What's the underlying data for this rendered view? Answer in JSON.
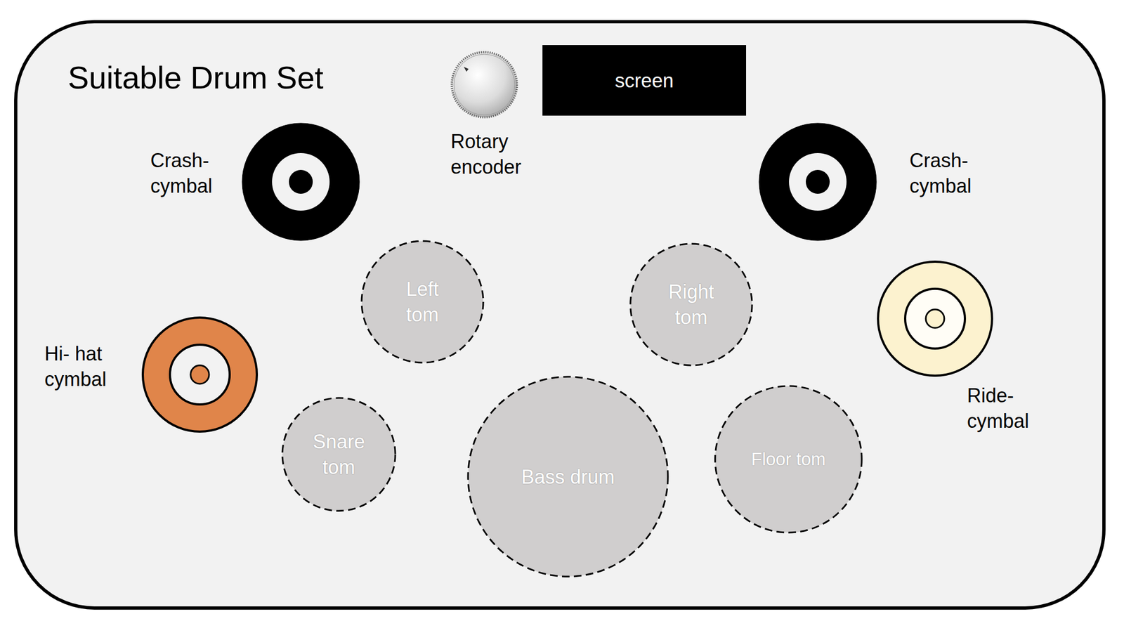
{
  "diagram": {
    "title": "Suitable Drum Set",
    "nodes": [
      {
        "text": [
          "Rotary encoder"
        ]
      },
      {
        "text": [
          "screen"
        ]
      },
      {
        "text": [
          "Crash- cymbal"
        ]
      },
      {
        "text": [
          "Crash- cymbal"
        ]
      },
      {
        "text": [
          "Left tom"
        ]
      },
      {
        "text": [
          "Right tom"
        ]
      },
      {
        "text": [
          "Ride- cymbal"
        ]
      },
      {
        "text": [
          "Hi- hat cymbal"
        ]
      },
      {
        "text": [
          "Snare tom"
        ]
      },
      {
        "text": [
          "Bass drum"
        ]
      },
      {
        "text": [
          "Floor tom"
        ]
      }
    ]
  }
}
